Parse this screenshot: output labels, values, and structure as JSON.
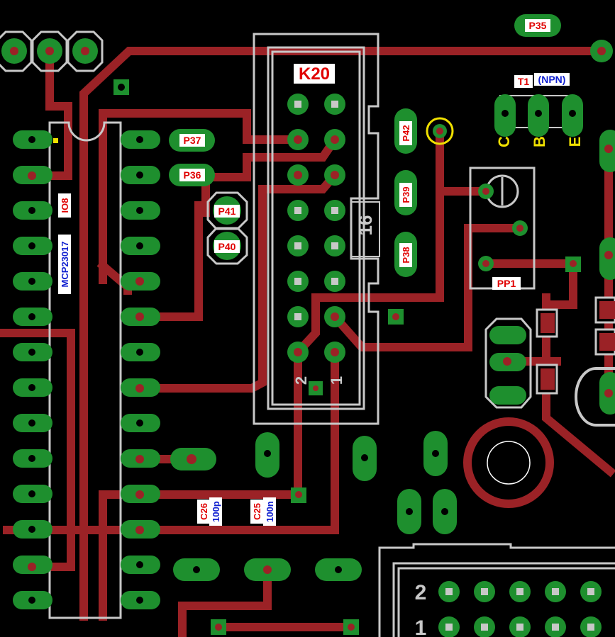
{
  "colors": {
    "background": "#000000",
    "trace": "#9b2226",
    "pad": "#1e8f2e",
    "pad_hole": "#9b2226",
    "via_hole": "#c0c0c0",
    "silkscreen": "#c8c8c8",
    "label_red": "#e00000",
    "label_blue": "#1020d0",
    "label_yellow": "#f0e000"
  },
  "labels": {
    "k20": "K20",
    "p35": "P35",
    "p37": "P37",
    "p36": "P36",
    "p41": "P41",
    "p40": "P40",
    "p42": "P42",
    "p39": "P39",
    "p38": "P38",
    "t1": "T1",
    "npn": "(NPN)",
    "pin_c": "C",
    "pin_b": "B",
    "pin_e": "E",
    "pp1": "PP1",
    "io8": "IO8",
    "mcp": "MCP23017",
    "c26": "C26",
    "c26_val": "100p",
    "c25": "C25",
    "c25_val": "100n",
    "k20_pin_count": "16",
    "k20_pin2": "2",
    "k20_pin1": "1",
    "conn2_pin2": "2",
    "conn2_pin1": "1"
  },
  "icons": {
    "via": "via-icon",
    "pad": "pad-icon",
    "trimmer": "trimmer-potentiometer-icon",
    "buzzer": "buzzer-icon"
  }
}
